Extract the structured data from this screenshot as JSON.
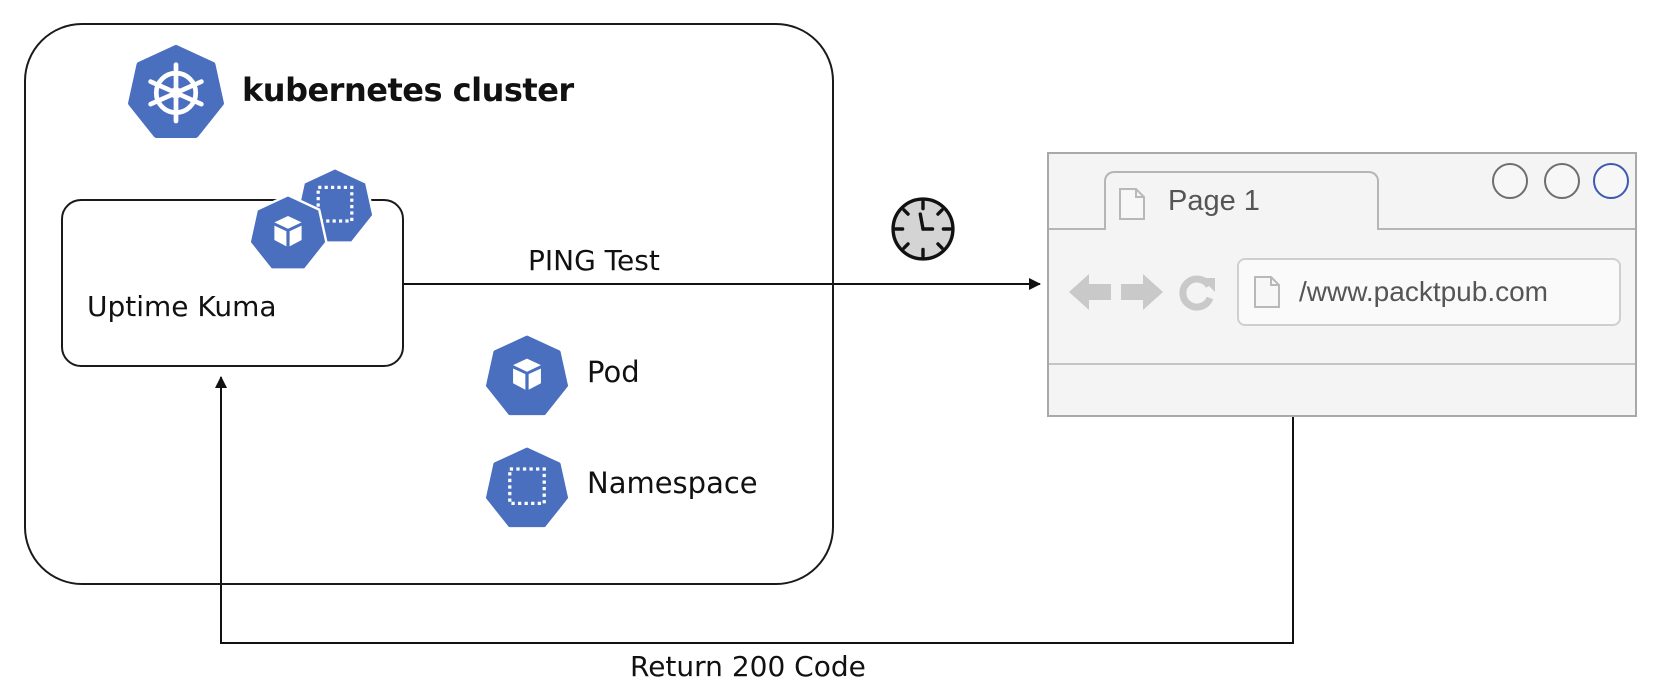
{
  "cluster": {
    "title": "kubernetes cluster",
    "logo_icon": "kubernetes-helm-wheel-icon"
  },
  "service": {
    "label": "Uptime Kuma"
  },
  "legend": [
    {
      "label": "Pod",
      "icon": "pod-cube-icon"
    },
    {
      "label": "Namespace",
      "icon": "namespace-dashed-square-icon"
    }
  ],
  "edges": {
    "request": {
      "label": "PING Test",
      "icon": "clock-icon"
    },
    "response": {
      "label": "Return 200 Code"
    }
  },
  "browser": {
    "tab_title": "Page 1",
    "url": "/www.packtpub.com",
    "controls": [
      "back-arrow-icon",
      "forward-arrow-icon",
      "reload-icon",
      "page-icon"
    ]
  },
  "colors": {
    "k8s_blue": "#4a6fbf",
    "stroke": "#1a1a1a",
    "browser_gray": "#c8c8c8"
  }
}
